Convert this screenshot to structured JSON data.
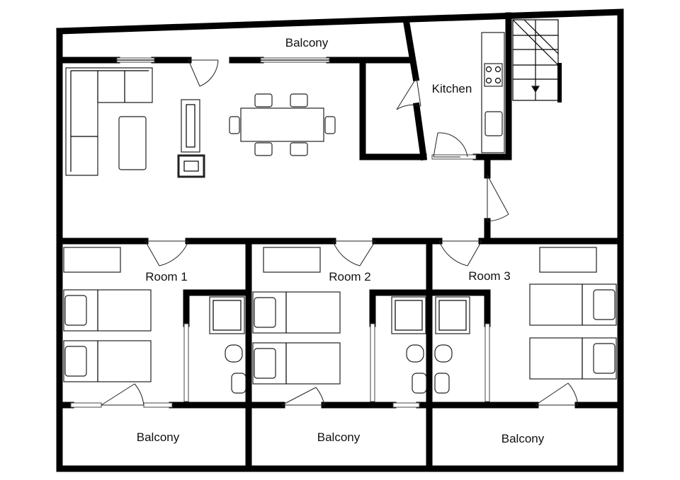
{
  "labels": {
    "balcony_top": "Balcony",
    "kitchen": "Kitchen",
    "room1": "Room 1",
    "room2": "Room 2",
    "room3": "Room 3",
    "balcony_1": "Balcony",
    "balcony_2": "Balcony",
    "balcony_3": "Balcony"
  }
}
